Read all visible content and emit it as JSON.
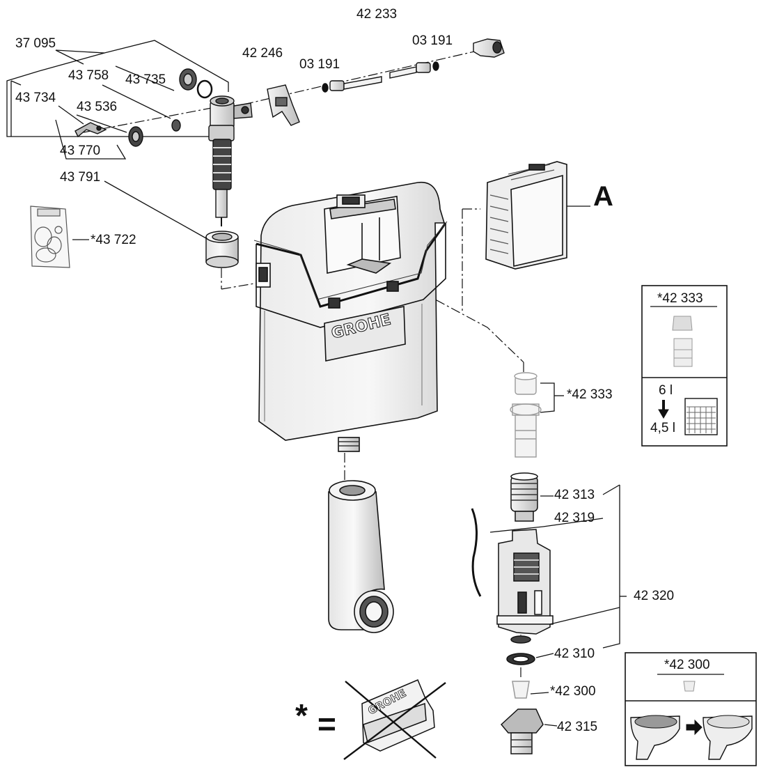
{
  "labels": {
    "p37095": "37 095",
    "p43758": "43 758",
    "p43735": "43 735",
    "p43734": "43 734",
    "p43536": "43 536",
    "p43770": "43 770",
    "p43791": "43 791",
    "p42246": "42 246",
    "p42233": "42 233",
    "p03191a": "03 191",
    "p03191b": "03 191",
    "p43722": "*43 722",
    "a": "A",
    "p42333": "*42 333",
    "p42313": "42 313",
    "p42319": "42 319",
    "p42320": "42 320",
    "p42310": "42 310",
    "p42300": "*42 300",
    "p42315": "42 315",
    "star": "*",
    "equals": "="
  },
  "inset_flush": {
    "title": "*42 333",
    "top_volume": "6 l",
    "bottom_volume": "4,5 l"
  },
  "inset_bowl": {
    "title": "*42 300"
  },
  "brand": "GROHE"
}
